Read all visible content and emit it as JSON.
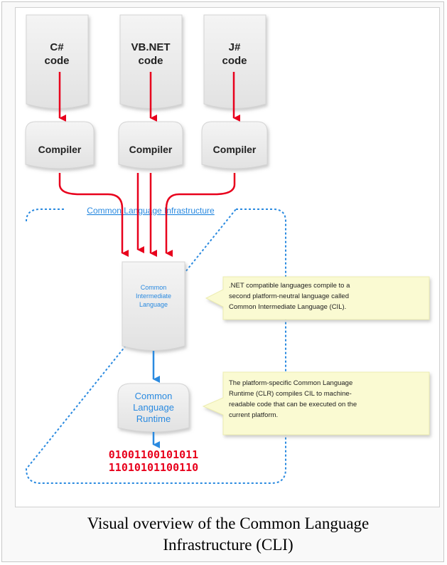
{
  "sources": [
    {
      "line1": "C#",
      "line2": "code"
    },
    {
      "line1": "VB.NET",
      "line2": "code"
    },
    {
      "line1": "J#",
      "line2": "code"
    }
  ],
  "compilers": [
    "Compiler",
    "Compiler",
    "Compiler"
  ],
  "cli_label": "Common Language Infrastructure",
  "cil": {
    "line1": "Common",
    "line2": "Intermediate",
    "line3": "Language"
  },
  "clr": {
    "line1": "Common",
    "line2": "Language",
    "line3": "Runtime"
  },
  "notes": {
    "cil": {
      "line1": ".NET compatible languages compile to a",
      "line2": "second platform-neutral language called",
      "line3": "Common Intermediate Language (CIL)."
    },
    "clr": {
      "line1": "The platform-specific Common Language",
      "line2": "Runtime (CLR) compiles CIL to machine-",
      "line3": "readable code that can be executed on the",
      "line4": "current platform."
    }
  },
  "binary": {
    "line1": "01001100101011",
    "line2": "11010101100110"
  },
  "caption": {
    "line1": "Visual overview of the Common Language",
    "line2": "Infrastructure (CLI)"
  },
  "colors": {
    "red": "#e8001c",
    "blue": "#2a8ae0",
    "doc": "#eeeeee",
    "note": "#fafad2"
  }
}
